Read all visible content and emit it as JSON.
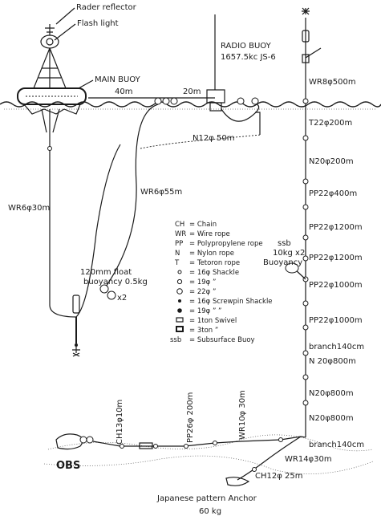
{
  "surface": {
    "radar_reflector": "Rader reflector",
    "flash_light": "Flash light",
    "main_buoy": "MAIN BUOY",
    "radio_buoy": "RADIO BUOY",
    "radio_freq": "1657.5kc JS-6",
    "dist_40m": "40m",
    "dist_20m": "20m"
  },
  "left_mooring": {
    "wr6_30m": "WR6φ30m",
    "n12_50m": "N12φ 50m",
    "wr6_55m": "WR6φ55m",
    "float": "120mm float",
    "buoyancy": "buoyancy 0.5kg",
    "float_count": "x2"
  },
  "right_mooring": {
    "segments": [
      "WR8φ500m",
      "T22φ200m",
      "N20φ200m",
      "PP22φ400m",
      "PP22φ1200m",
      "PP22φ1200m",
      "PP22φ1000m",
      "PP22φ1000m",
      "branch140cm",
      "N 20φ800m",
      "N20φ800m",
      "N20φ800m",
      "branch140cm"
    ],
    "ssb": "ssb",
    "ssb_spec": "10kg x2",
    "ssb_buoyancy": "Buoyancy"
  },
  "legend": {
    "items": [
      {
        "sym": "CH",
        "text": "= Chain"
      },
      {
        "sym": "WR",
        "text": "= Wire rope"
      },
      {
        "sym": "PP",
        "text": "= Polypropylene rope"
      },
      {
        "sym": "N",
        "text": "= Nylon rope"
      },
      {
        "sym": "T",
        "text": "= Tetoron rope"
      },
      {
        "sym": "",
        "text": "= 16φ Shackle"
      },
      {
        "sym": "",
        "text": "= 19φ    ”"
      },
      {
        "sym": "",
        "text": "= 22φ    ”"
      },
      {
        "sym": "",
        "text": "= 16φ Screwpin Shackle"
      },
      {
        "sym": "",
        "text": "= 19φ     ”        ”"
      },
      {
        "sym": "",
        "text": "= 1ton Swivel"
      },
      {
        "sym": "",
        "text": "= 3ton     ”"
      },
      {
        "sym": "ssb",
        "text": "= Subsurface Buoy"
      }
    ]
  },
  "bottom": {
    "obs": "OBS",
    "ch13_10m": "CH13φ10m",
    "pp26_200m": "PP26φ 200m",
    "wr10_30m": "WR10φ 30m",
    "wr14_30m": "WR14φ30m",
    "ch12_25m": "CH12φ 25m",
    "anchor": "Japanese pattern Anchor",
    "anchor_weight": "60 kg"
  }
}
